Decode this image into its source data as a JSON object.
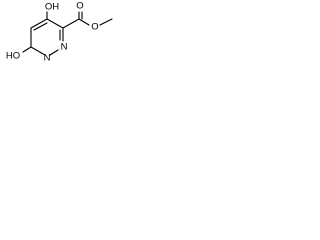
{
  "molecule": {
    "atoms": {
      "o_top": "OH",
      "o_bottom_left": "HO",
      "o_carbonyl": "O",
      "o_ester": "O",
      "n_upper": "N",
      "n_lower": "N"
    }
  },
  "colors": {
    "bond": "#000000",
    "label": "#000000",
    "background": "#ffffff"
  }
}
